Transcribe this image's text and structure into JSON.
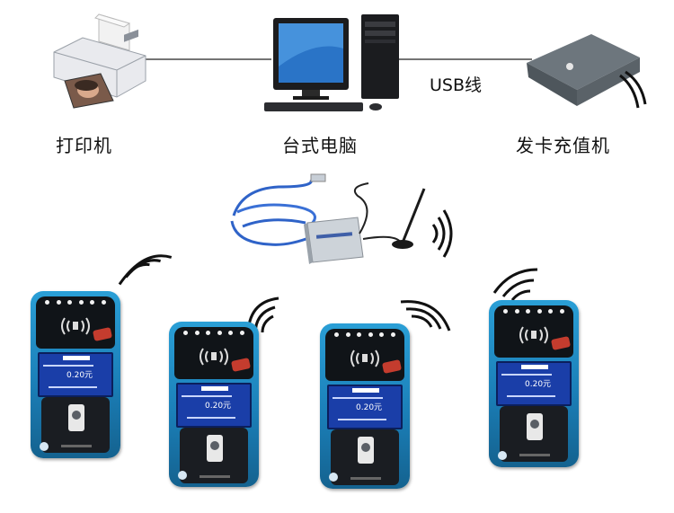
{
  "labels": {
    "printer": "打印机",
    "desktop": "台式电脑",
    "card_machine": "发卡充值机",
    "usb_link": "USB线"
  },
  "terminal": {
    "amount": "0.20元"
  },
  "colors": {
    "terminal_blue": "#1f8dc8",
    "screen_blue": "#1a3ea8",
    "base_dark": "#1a1d22",
    "cable_blue": "#2f63c8"
  },
  "icons": [
    "printer-icon",
    "desktop-computer-icon",
    "card-reader-icon",
    "usb-cable-icon",
    "base-station-icon",
    "antenna-icon",
    "wireless-signal-icon",
    "rfid-icon"
  ]
}
